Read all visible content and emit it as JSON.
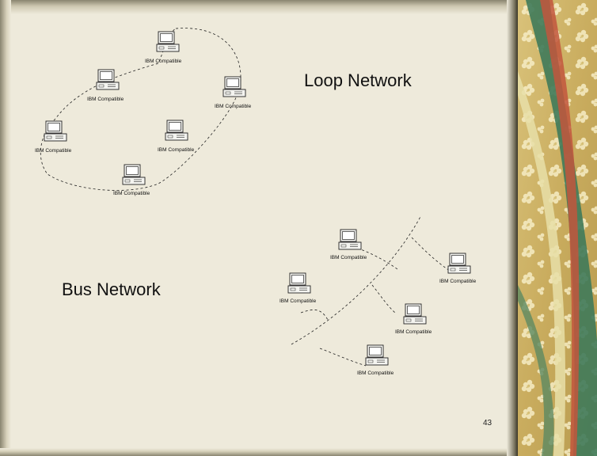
{
  "loop_network": {
    "title": "Loop Network",
    "computer_labels": [
      "IBM Compatible",
      "IBM Compatible",
      "IBM Compatible",
      "IBM Compatible",
      "IBM Compatible",
      "IBM Compatible"
    ]
  },
  "bus_network": {
    "title": "Bus Network",
    "computer_labels": [
      "IBM Compatible",
      "IBM Compatible",
      "IBM Compatible",
      "IBM Compatible",
      "IBM Compatible"
    ]
  },
  "footer": {
    "page_number": "43"
  }
}
